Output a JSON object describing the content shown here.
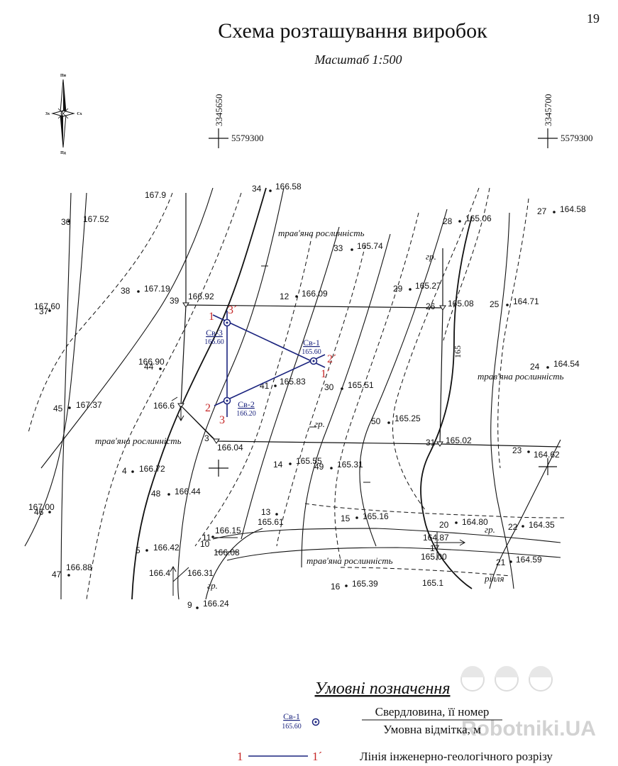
{
  "page_number": "19",
  "title": "Схема розташування виробок",
  "scale": "Масштаб 1:500",
  "north_arrow": {
    "icon": "compass-rose-icon",
    "labels": {
      "north": "Пн",
      "south": "Пд",
      "west": "Зх",
      "east": "Сх"
    }
  },
  "grid": {
    "marks": [
      {
        "easting": "3345650",
        "northing": "5579300"
      },
      {
        "easting": "3345700",
        "northing": "5579300"
      }
    ]
  },
  "survey_points": [
    {
      "num": "36",
      "elev": "167.52"
    },
    {
      "num": "37",
      "elev": "167.60"
    },
    {
      "num": "38",
      "elev": "167.19"
    },
    {
      "num": "39",
      "elev": "166.92"
    },
    {
      "num": "44",
      "elev": "166.90"
    },
    {
      "num": "45",
      "elev": "167.37"
    },
    {
      "num": "4",
      "elev": "166.72"
    },
    {
      "num": "48",
      "elev": "166.44"
    },
    {
      "num": "46",
      "elev": "167.00"
    },
    {
      "num": "5",
      "elev": "166.42"
    },
    {
      "num": "47",
      "elev": "166.88"
    },
    {
      "num": "3",
      "elev": "166.04"
    },
    {
      "num": "34",
      "elev": "166.58"
    },
    {
      "num": "33",
      "elev": "165.74"
    },
    {
      "num": "12",
      "elev": "166.09"
    },
    {
      "num": "41",
      "elev": "165.83"
    },
    {
      "num": "30",
      "elev": "165.51"
    },
    {
      "num": "29",
      "elev": "165.27"
    },
    {
      "num": "28",
      "elev": "165.06"
    },
    {
      "num": "26",
      "elev": "165.08"
    },
    {
      "num": "27",
      "elev": "164.58"
    },
    {
      "num": "25",
      "elev": "164.71"
    },
    {
      "num": "24",
      "elev": "164.54"
    },
    {
      "num": "50",
      "elev": "165.25"
    },
    {
      "num": "31",
      "elev": "165.02"
    },
    {
      "num": "23",
      "elev": "164.62"
    },
    {
      "num": "14",
      "elev": "165.55"
    },
    {
      "num": "49",
      "elev": "165.31"
    },
    {
      "num": "13",
      "elev": "165.61"
    },
    {
      "num": "15",
      "elev": "165.16"
    },
    {
      "num": "20",
      "elev": "164.80"
    },
    {
      "num": "22",
      "elev": "164.35"
    },
    {
      "num": "21",
      "elev": "164.59"
    },
    {
      "num": "11",
      "elev": "166.15"
    },
    {
      "num": "10",
      "elev": "166.08"
    },
    {
      "num": "9",
      "elev": "166.24"
    },
    {
      "num": "16",
      "elev": "165.39"
    },
    {
      "num": "17",
      "elev": "165.00"
    }
  ],
  "overlapped_labels": {
    "top_left": "167.9",
    "left_mid": "166.6",
    "bottom_left": "166.4",
    "bottom_left_2": "166.31",
    "bottom_right": "165.1",
    "bottom_right_2": "164.87"
  },
  "area_notes": {
    "vegetation": "трав'яна рослинність",
    "soil": "гр.",
    "field": "рілля",
    "contour_165": "165"
  },
  "boreholes": [
    {
      "id": "Св-1",
      "elev": "165.60"
    },
    {
      "id": "Св-2",
      "elev": "166.20"
    },
    {
      "id": "Св-3",
      "elev": "166.60"
    }
  ],
  "section_labels": [
    "1",
    "1´",
    "2",
    "2´",
    "3",
    "3´"
  ],
  "legend": {
    "title": "Умовні позначення",
    "borehole_sample": {
      "id": "Св-1",
      "elev": "165.60"
    },
    "borehole_text": "Свердловина, її номер",
    "elevation_text": "Умовна відмітка, м",
    "section_start": "1",
    "section_end": "1´",
    "section_text": "Лінія інженерно-геологічного розрізу"
  },
  "watermark": "Robotniki.UA",
  "colors": {
    "borehole": "#1a237e",
    "section_label": "#c62828",
    "ink": "#111111"
  }
}
